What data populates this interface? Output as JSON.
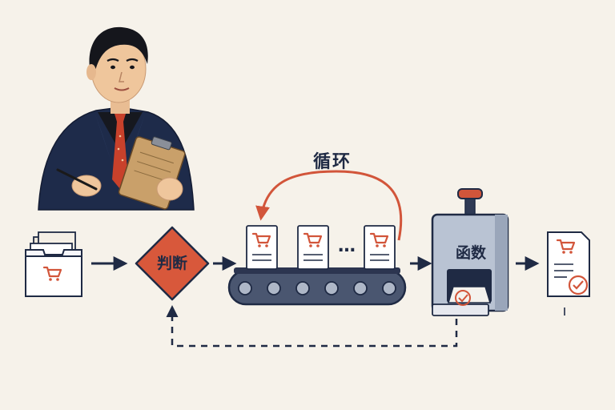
{
  "labels": {
    "loop": "循环",
    "decision": "判断",
    "press": "函数",
    "ellipsis": "…"
  },
  "colors": {
    "background": "#f6f2ea",
    "navy": "#1f2a44",
    "accent": "#d2553a",
    "paper": "#ffffff",
    "metal": "#b9c3d3"
  },
  "icons": [
    "cart-icon",
    "check-icon",
    "arrow-right-icon",
    "loop-arrow-icon"
  ]
}
